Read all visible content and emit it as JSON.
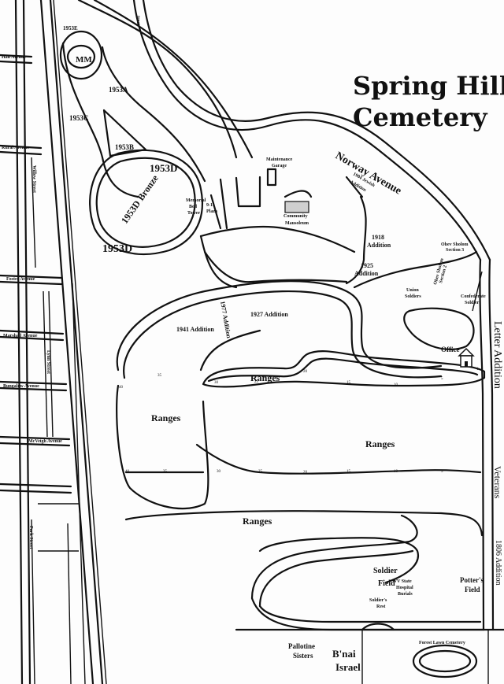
{
  "title": {
    "line1": "Spring Hill",
    "line2": "Cemetery"
  },
  "streets": {
    "top": "treet",
    "hall": "Hall Avenue",
    "rural": "Rural Avenue",
    "willow": "Willow Street",
    "foster": "Foster Avenue",
    "marshall": "Marshall Avenue",
    "lynn": "Lynn Street",
    "bungalow": "Bungalow Avenue",
    "mcveigh": "McVeigh Avenue",
    "park": "Park Street",
    "norway": "Norway Avenue"
  },
  "sections": {
    "letter_addition": "Letter Addition",
    "veterans": "Veterans",
    "addition_1806": "1806 Addition",
    "s1953e": "1953E",
    "mm": "MM",
    "s1953a": "1953A",
    "s1953c": "1953C",
    "s1953b": "1953B",
    "s1953d": "1953D",
    "s1953d_bronze": "1953D Bronze",
    "bell_tower_1": "Memorial",
    "bell_tower_2": "Bell",
    "bell_tower_3": "Tower",
    "plaza_1": "9-11",
    "plaza_2": "Plaza",
    "maintenance_1": "Maintenance",
    "maintenance_2": "Garage",
    "mausoleum_1": "Community",
    "mausoleum_2": "Mausoleum",
    "jewish_1": "1904 Jewish",
    "jewish_2": "Addition",
    "s1918": "1918",
    "s1925": "1925",
    "addition": "Addition",
    "ohev3_1": "Ohev Sholom",
    "ohev3_2": "Section 3",
    "ohev2_1": "Ohev Sholom",
    "ohev2_2": "Section 2",
    "union_1": "Union",
    "union_2": "Soldiers",
    "confed_1": "Confederate",
    "confed_2": "Soldiers",
    "office": "Office",
    "s1977": "1977 Addition",
    "s1927": "1927 Addition",
    "s1941": "1941 Addition",
    "ranges": "Ranges",
    "soldier": "Soldier",
    "field": "Field",
    "wv_1": "WV State",
    "wv_2": "Hospital",
    "wv_3": "Burials",
    "rest_1": "Soldier's",
    "rest_2": "Rest",
    "potters_1": "Potter's",
    "pallotine_1": "Pallotine",
    "pallotine_2": "Sisters",
    "bnai": "B'nai",
    "israel": "Israel",
    "forest_lawn": "Forest Lawn Cemetery"
  },
  "range_numbers": [
    "40",
    "35",
    "30",
    "25",
    "20",
    "15",
    "10",
    "5",
    "1",
    "35"
  ]
}
